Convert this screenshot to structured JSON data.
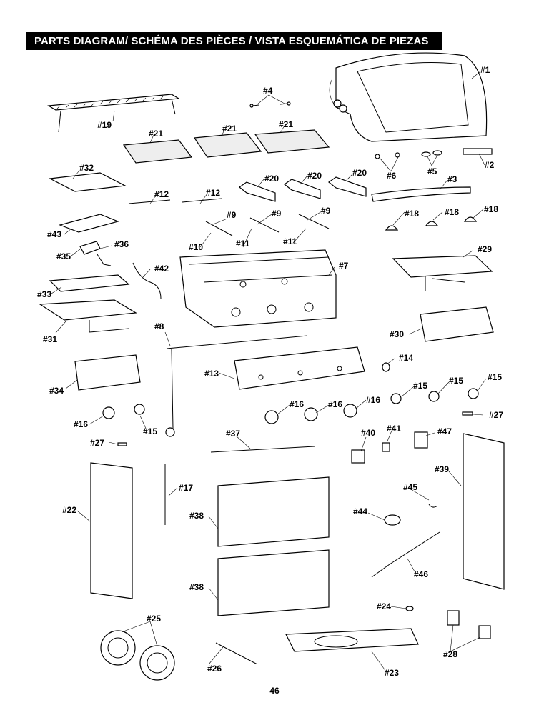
{
  "header": {
    "title": "PARTS DIAGRAM/ SCHÉMA DES PIÈCES / VISTA ESQUEMÁTICA DE PIEZAS"
  },
  "page_number": "46",
  "callouts": [
    {
      "id": "c1",
      "text": "#1"
    },
    {
      "id": "c2",
      "text": "#2"
    },
    {
      "id": "c3",
      "text": "#3"
    },
    {
      "id": "c4",
      "text": "#4"
    },
    {
      "id": "c5",
      "text": "#5"
    },
    {
      "id": "c6",
      "text": "#6"
    },
    {
      "id": "c7",
      "text": "#7"
    },
    {
      "id": "c8",
      "text": "#8"
    },
    {
      "id": "c9a",
      "text": "#9"
    },
    {
      "id": "c9b",
      "text": "#9"
    },
    {
      "id": "c9c",
      "text": "#9"
    },
    {
      "id": "c10",
      "text": "#10"
    },
    {
      "id": "c11a",
      "text": "#11"
    },
    {
      "id": "c11b",
      "text": "#11"
    },
    {
      "id": "c12a",
      "text": "#12"
    },
    {
      "id": "c12b",
      "text": "#12"
    },
    {
      "id": "c13",
      "text": "#13"
    },
    {
      "id": "c14",
      "text": "#14"
    },
    {
      "id": "c15a",
      "text": "#15"
    },
    {
      "id": "c15b",
      "text": "#15"
    },
    {
      "id": "c15c",
      "text": "#15"
    },
    {
      "id": "c15d",
      "text": "#15"
    },
    {
      "id": "c16a",
      "text": "#16"
    },
    {
      "id": "c16b",
      "text": "#16"
    },
    {
      "id": "c16c",
      "text": "#16"
    },
    {
      "id": "c16d",
      "text": "#16"
    },
    {
      "id": "c17",
      "text": "#17"
    },
    {
      "id": "c18a",
      "text": "#18"
    },
    {
      "id": "c18b",
      "text": "#18"
    },
    {
      "id": "c18c",
      "text": "#18"
    },
    {
      "id": "c19",
      "text": "#19"
    },
    {
      "id": "c20a",
      "text": "#20"
    },
    {
      "id": "c20b",
      "text": "#20"
    },
    {
      "id": "c20c",
      "text": "#20"
    },
    {
      "id": "c21a",
      "text": "#21"
    },
    {
      "id": "c21b",
      "text": "#21"
    },
    {
      "id": "c21c",
      "text": "#21"
    },
    {
      "id": "c22",
      "text": "#22"
    },
    {
      "id": "c23",
      "text": "#23"
    },
    {
      "id": "c24",
      "text": "#24"
    },
    {
      "id": "c25",
      "text": "#25"
    },
    {
      "id": "c26",
      "text": "#26"
    },
    {
      "id": "c27a",
      "text": "#27"
    },
    {
      "id": "c27b",
      "text": "#27"
    },
    {
      "id": "c28",
      "text": "#28"
    },
    {
      "id": "c29",
      "text": "#29"
    },
    {
      "id": "c30",
      "text": "#30"
    },
    {
      "id": "c31",
      "text": "#31"
    },
    {
      "id": "c32",
      "text": "#32"
    },
    {
      "id": "c33",
      "text": "#33"
    },
    {
      "id": "c34",
      "text": "#34"
    },
    {
      "id": "c35",
      "text": "#35"
    },
    {
      "id": "c36",
      "text": "#36"
    },
    {
      "id": "c37",
      "text": "#37"
    },
    {
      "id": "c38a",
      "text": "#38"
    },
    {
      "id": "c38b",
      "text": "#38"
    },
    {
      "id": "c39",
      "text": "#39"
    },
    {
      "id": "c40",
      "text": "#40"
    },
    {
      "id": "c41",
      "text": "#41"
    },
    {
      "id": "c42",
      "text": "#42"
    },
    {
      "id": "c43",
      "text": "#43"
    },
    {
      "id": "c44",
      "text": "#44"
    },
    {
      "id": "c45",
      "text": "#45"
    },
    {
      "id": "c46",
      "text": "#46"
    },
    {
      "id": "c47",
      "text": "#47"
    }
  ]
}
